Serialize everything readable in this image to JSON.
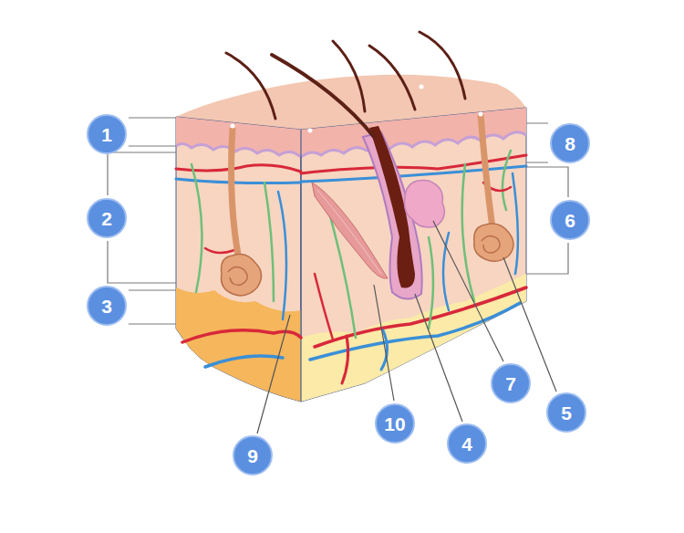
{
  "diagram": {
    "nodes": [
      {
        "text": [
          "1"
        ]
      },
      {
        "text": [
          "2"
        ]
      },
      {
        "text": [
          "3"
        ]
      },
      {
        "text": [
          "8"
        ]
      },
      {
        "text": [
          "6"
        ]
      },
      {
        "text": [
          "9"
        ]
      },
      {
        "text": [
          "10"
        ]
      },
      {
        "text": [
          "4"
        ]
      },
      {
        "text": [
          "7"
        ]
      },
      {
        "text": [
          "5"
        ]
      }
    ]
  }
}
